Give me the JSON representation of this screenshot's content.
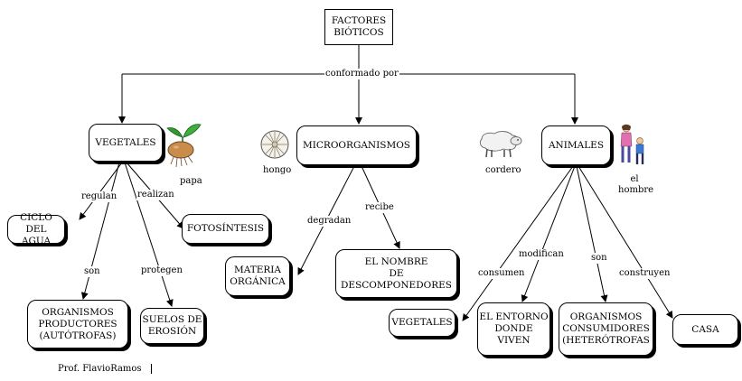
{
  "title": "FACTORES\nBIÓTICOS",
  "top_link": "conformado por",
  "nodes": {
    "vegetales": "VEGETALES",
    "microorganismos": "MICROORGANISMOS",
    "animales": "ANIMALES",
    "ciclo_agua": "CICLO DEL\nAGUA",
    "fotosintesis": "FOTOSÍNTESIS",
    "org_productores": "ORGANISMOS\nPRODUCTORES\n(AUTÓTROFAS)",
    "suelos_erosion": "SUELOS DE\nEROSIÓN",
    "materia_organica": "MATERIA\nORGÁNICA",
    "descomponedores": "EL NOMBRE\nDE\nDESCOMPONEDORES",
    "vegetales_2": "VEGETALES",
    "entorno": "EL ENTORNO\nDONDE\nVIVEN",
    "org_consumidores": "ORGANISMOS\nCONSUMIDORES\n(HETERÓTROFAS",
    "casa": "CASA"
  },
  "links": {
    "regulan": "regulan",
    "realizan": "realizan",
    "son_1": "son",
    "protegen": "protegen",
    "degradan": "degradan",
    "recibe": "recibe",
    "consumen": "consumen",
    "modifican": "modifican",
    "son_2": "son",
    "construyen": "construyen"
  },
  "image_captions": {
    "papa": "papa",
    "hongo": "hongo",
    "cordero": "cordero",
    "hombre": "el\nhombre"
  },
  "icons": [
    "potato-plant-icon",
    "fungus-icon",
    "sheep-icon",
    "people-icon"
  ],
  "footer": "Prof. FlavioRamos"
}
